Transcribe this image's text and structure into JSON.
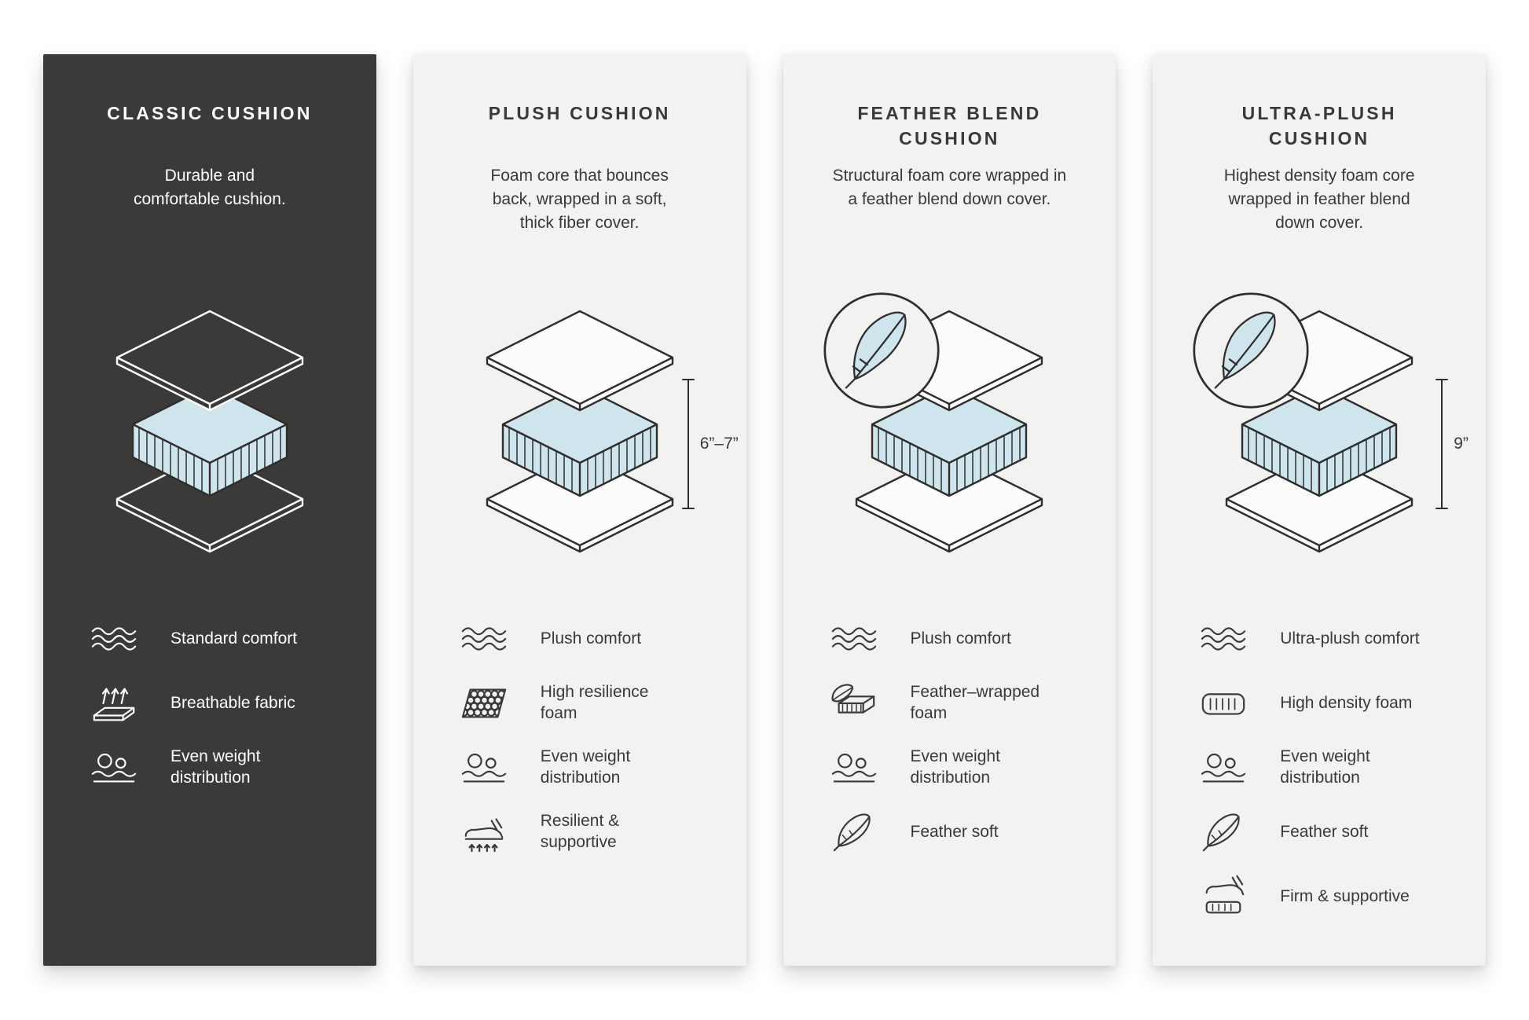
{
  "panels": [
    {
      "title": "CLASSIC CUSHION",
      "description": "Durable and\ncomfortable cushion.",
      "features": [
        {
          "icon": "waves-icon",
          "label": "Standard comfort"
        },
        {
          "icon": "breathable-icon",
          "label": "Breathable fabric"
        },
        {
          "icon": "even-weight-icon",
          "label": "Even weight\ndistribution"
        }
      ]
    },
    {
      "title": "PLUSH CUSHION",
      "description": "Foam core that bounces\nback, wrapped in a soft,\nthick fiber cover.",
      "measurement": "6”–7”",
      "features": [
        {
          "icon": "waves-icon",
          "label": "Plush comfort"
        },
        {
          "icon": "resilience-foam-icon",
          "label": "High resilience\nfoam"
        },
        {
          "icon": "even-weight-icon",
          "label": "Even weight\ndistribution"
        },
        {
          "icon": "resilient-supportive-icon",
          "label": "Resilient &\nsupportive"
        }
      ]
    },
    {
      "title": "FEATHER BLEND\nCUSHION",
      "description": "Structural foam core wrapped in\na feather blend down cover.",
      "features": [
        {
          "icon": "waves-icon",
          "label": "Plush comfort"
        },
        {
          "icon": "feather-wrapped-foam-icon",
          "label": "Feather–wrapped\nfoam"
        },
        {
          "icon": "even-weight-icon",
          "label": "Even weight\ndistribution"
        },
        {
          "icon": "feather-icon",
          "label": "Feather soft"
        }
      ]
    },
    {
      "title": "ULTRA-PLUSH\nCUSHION",
      "description": "Highest density foam core\nwrapped in feather blend\ndown cover.",
      "measurement": "9”",
      "features": [
        {
          "icon": "waves-icon",
          "label": "Ultra-plush comfort"
        },
        {
          "icon": "density-foam-icon",
          "label": "High density foam"
        },
        {
          "icon": "even-weight-icon",
          "label": "Even weight\ndistribution"
        },
        {
          "icon": "feather-icon",
          "label": "Feather soft"
        },
        {
          "icon": "firm-supportive-icon",
          "label": "Firm & supportive"
        }
      ]
    }
  ],
  "colors": {
    "dark_panel": "#3b3a38",
    "light_panel": "#f2f2f1",
    "foam_blue": "#cfe5ed",
    "line_dark": "#2f2e2c",
    "text_light": "#ffffff"
  }
}
